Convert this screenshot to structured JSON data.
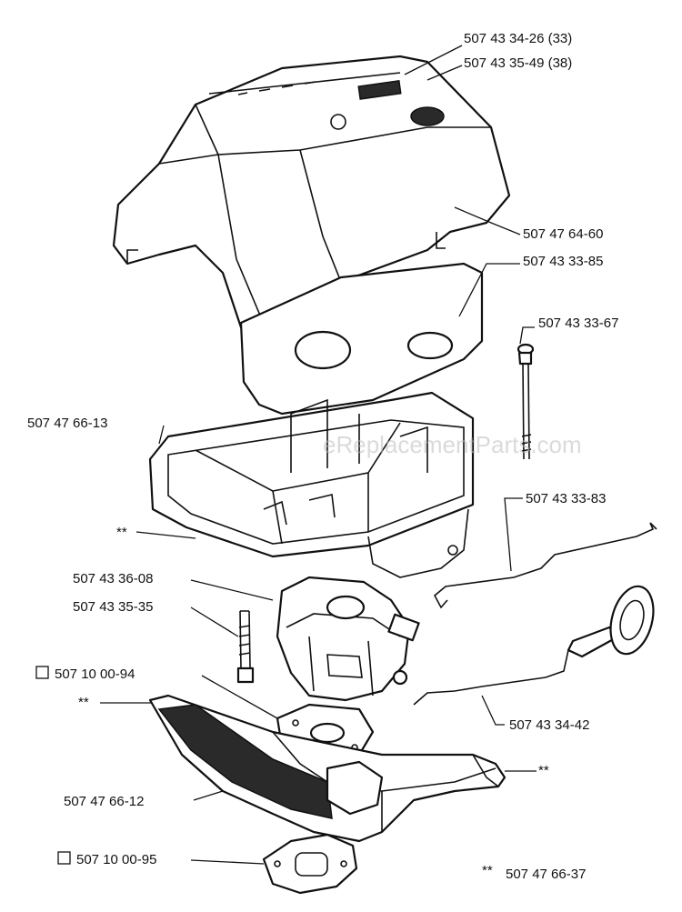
{
  "watermark": "eReplacementParts.com",
  "labels": {
    "cover_33": "507 43 34-26 (33)",
    "cover_38": "507 43 35-49 (38)",
    "cover_screw": "507 47 64-60",
    "gasket": "507 43 33-85",
    "long_bolt": "507 43 33-67",
    "air_box": "507 47 66-13",
    "air_box_mark": "**",
    "choke_rod": "507 43 33-83",
    "carburetor": "507 43 36-08",
    "carb_bolt": "507 43 35-35",
    "carb_gasket": "507 10 00-94",
    "base_mark": "**",
    "throttle_rod": "507 43 34-42",
    "base_right_mark": "**",
    "base_plate": "507 47 66-12",
    "intake_gasket": "507 10 00-95",
    "kit_mark": "**",
    "kit": "507 47 66-37"
  }
}
